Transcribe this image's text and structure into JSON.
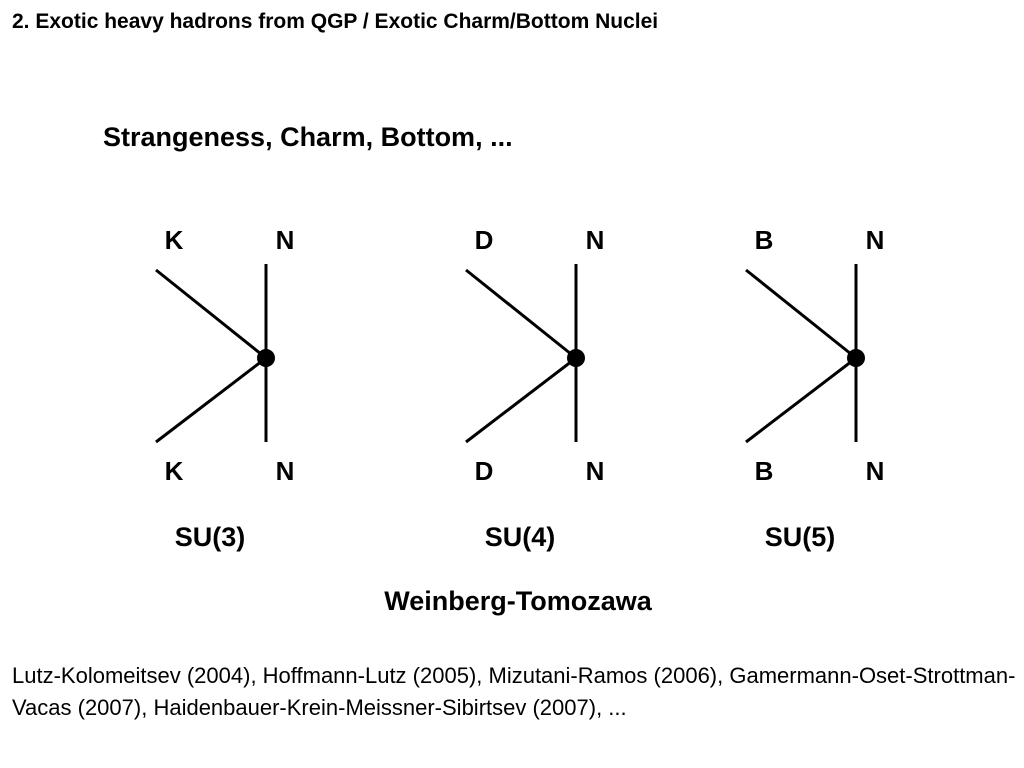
{
  "slide": {
    "title": "2. Exotic heavy hadrons from QGP / Exotic Charm/Bottom Nuclei",
    "subtitle": "Strangeness, Charm, Bottom, ..."
  },
  "diagrams": [
    {
      "top_left": "K",
      "top_right": "N",
      "bottom_left": "K",
      "bottom_right": "N",
      "group": "SU(3)"
    },
    {
      "top_left": "D",
      "top_right": "N",
      "bottom_left": "D",
      "bottom_right": "N",
      "group": "SU(4)"
    },
    {
      "top_left": "B",
      "top_right": "N",
      "bottom_left": "B",
      "bottom_right": "N",
      "group": "SU(5)"
    }
  ],
  "interaction": "Weinberg-Tomozawa",
  "references": "Lutz-Kolomeitsev (2004), Hoffmann-Lutz (2005), Mizutani-Ramos (2006), Gamermann-Oset-Strottman-Vacas (2007), Haidenbauer-Krein-Meissner-Sibirtsev (2007), ..."
}
